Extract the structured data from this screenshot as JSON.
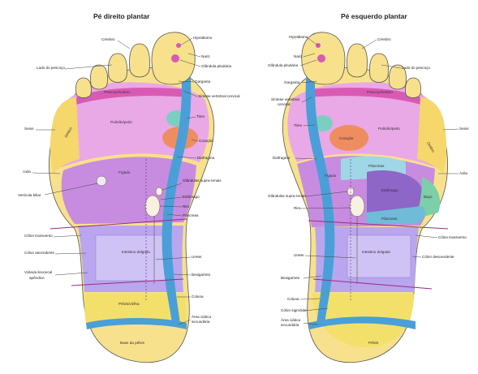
{
  "diagrams": {
    "right": {
      "title": "Pé direito plantar",
      "labels": {
        "cerebro": "Cérebro",
        "lado_pescoco": "Lado do pescoço",
        "hipotalamo": "Hipotálamo",
        "nariz": "Nariz",
        "glandula_pituitaria": "Glândula pituitária",
        "garganta": "Garganta",
        "sintese_vertebral_cervical": "Síntese vertebral cervical",
        "timo": "Timo",
        "seios": "Seios",
        "coracao": "Coração",
        "diafragma": "Diafragma",
        "axila": "Axila",
        "vesicula_biliar": "Vesícula biliar",
        "glandulas_suprarrenais": "Glândulas supra-renais",
        "estomago": "Estômago",
        "rim": "Rim",
        "pancreas": "Pâncreas",
        "colon_transverso": "Cólon transverso",
        "colon_ascendente": "Cólon ascendente",
        "valvula_ileocecal_apendice": "Válvula ileocecal apêndice",
        "ureter": "Ureter",
        "bexiga_reto": "Bexiga/reto",
        "coluna": "Coluna",
        "area_ciatica_secundaria": "Área ciática secundária"
      },
      "zones": {
        "pescoco_ombro": "Pescoço/ombro",
        "ombro": "Ombro",
        "pulmao_peito": "Pulmão/peito",
        "figado": "Fígado",
        "intestino_delgado": "Intestino delgado",
        "pelvis_virilha": "Pélvis/virilha",
        "base_pelvis": "Base da pélvis"
      }
    },
    "left": {
      "title": "Pé esquerdo plantar",
      "labels": {
        "hipotalamo": "Hipotálamo",
        "cerebro": "Cérebro",
        "nariz": "Nariz",
        "glandula_pituitaria": "Glândula pituitária",
        "lado_pescoco": "Lado do pescoço",
        "garganta": "Garganta",
        "sintese_vertebral_cervical": "Síntese vertebral cervical",
        "timo": "Timo",
        "seios": "Seios",
        "diafragma": "Diafragma",
        "axila": "Axila",
        "glandulas_suprarrenais": "Glândulas supra-renais",
        "rim": "Rim",
        "colon_transverso": "Cólon transverso",
        "ureter": "Ureter",
        "colon_descendente": "Cólon descendente",
        "bexiga_reto": "Bexiga/reto",
        "coluna": "Coluna",
        "colon_sigmoide": "Cólon sigmóide",
        "area_ciatica_secundaria": "Área ciática secundária"
      },
      "zones": {
        "pescoco_ombro": "Pescoço/ombro",
        "ombro": "Ombro",
        "coracao": "Coração",
        "pulmao_peito": "Pulmão/peito",
        "figado": "Fígado",
        "pancreas_sup": "Pâncreas",
        "estomago": "Estômago",
        "baco": "Baço",
        "pancreas": "Pâncreas",
        "intestino_delgado": "Intestino delgado",
        "pelvis": "Pélvis"
      }
    }
  },
  "colors": {
    "spine": "#4a9fd8",
    "skin": "#f7e18c",
    "chest": "#e9a8e6",
    "neck_band": "#d95ab3",
    "shoulder": "#f6d76c",
    "liver": "#c78ce0",
    "intestine": "#b9a6ee",
    "heart": "#ee8e60",
    "thymus": "#7ccfc0",
    "stomach": "#8d66c8",
    "spleen": "#7ccfa8",
    "pelvis": "#f3e06a",
    "rule": "#9b2c7c"
  }
}
